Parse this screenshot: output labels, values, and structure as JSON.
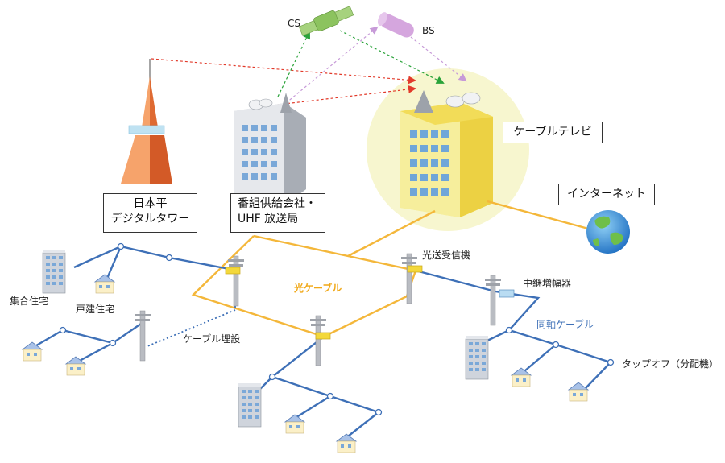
{
  "labels": {
    "cs": "CS",
    "bs": "BS",
    "cable_tv": "ケーブルテレビ",
    "internet": "インターネット",
    "tower_line1": "日本平",
    "tower_line2": "デジタルタワー",
    "supplier_line1": "番組供給会社・",
    "supplier_line2": "UHF 放送局",
    "optical_transmitter": "光送受信機",
    "optical_cable": "光ケーブル",
    "repeater_amp": "中継増幅器",
    "coax_cable": "同軸ケーブル",
    "tap_off": "タップオフ（分配機）",
    "apartment": "集合住宅",
    "house": "戸建住宅",
    "buried_cable": "ケーブル埋設"
  },
  "colors": {
    "optical": "#f4b73a",
    "coax": "#3e70b7",
    "signal_red": "#e23a2a",
    "signal_green": "#2aa33a",
    "signal_purple": "#c79ad8",
    "halo": "#f7f6cf",
    "building_yellow": "#f2dc58"
  }
}
